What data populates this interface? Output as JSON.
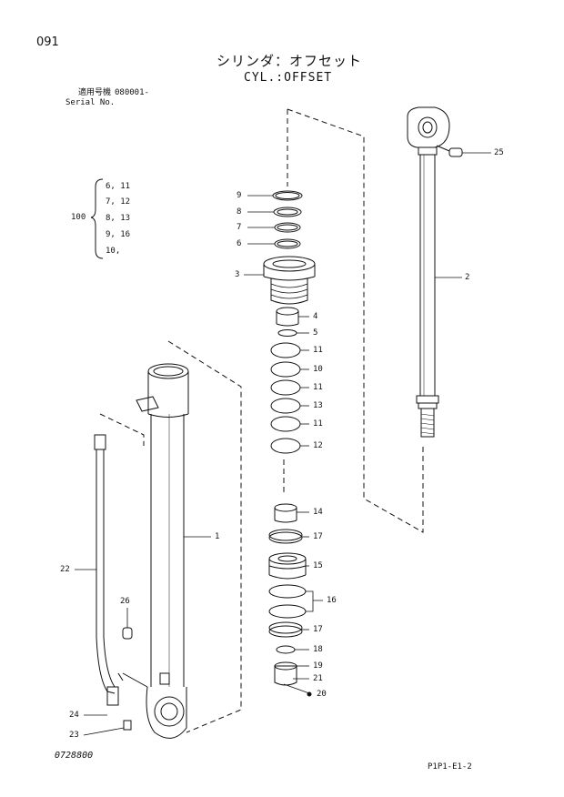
{
  "header": {
    "page_number": "091",
    "title_jp": "シリンダ：オフセット",
    "title_en": "CYL.:OFFSET",
    "serial_label_jp": "適用号機",
    "serial_range": "080001-",
    "serial_label_en": "Serial No."
  },
  "kit": {
    "number": "100",
    "items": [
      "6, 11",
      "7, 12",
      "8, 13",
      "9, 16",
      "10,"
    ]
  },
  "callouts": [
    {
      "id": "9",
      "label": "9"
    },
    {
      "id": "8",
      "label": "8"
    },
    {
      "id": "7",
      "label": "7"
    },
    {
      "id": "6",
      "label": "6"
    },
    {
      "id": "3",
      "label": "3"
    },
    {
      "id": "4",
      "label": "4"
    },
    {
      "id": "5",
      "label": "5"
    },
    {
      "id": "11a",
      "label": "11"
    },
    {
      "id": "10",
      "label": "10"
    },
    {
      "id": "11b",
      "label": "11"
    },
    {
      "id": "13",
      "label": "13"
    },
    {
      "id": "11c",
      "label": "11"
    },
    {
      "id": "12",
      "label": "12"
    },
    {
      "id": "14",
      "label": "14"
    },
    {
      "id": "17a",
      "label": "17"
    },
    {
      "id": "15",
      "label": "15"
    },
    {
      "id": "16",
      "label": "16"
    },
    {
      "id": "17b",
      "label": "17"
    },
    {
      "id": "18",
      "label": "18"
    },
    {
      "id": "19",
      "label": "19"
    },
    {
      "id": "21",
      "label": "21"
    },
    {
      "id": "20",
      "label": "20"
    },
    {
      "id": "25",
      "label": "25"
    },
    {
      "id": "2",
      "label": "2"
    },
    {
      "id": "1",
      "label": "1"
    },
    {
      "id": "22",
      "label": "22"
    },
    {
      "id": "26",
      "label": "26"
    },
    {
      "id": "24",
      "label": "24"
    },
    {
      "id": "23",
      "label": "23"
    }
  ],
  "footer": {
    "drawing_number": "0728800",
    "sheet_code": "P1P1-E1-2"
  }
}
